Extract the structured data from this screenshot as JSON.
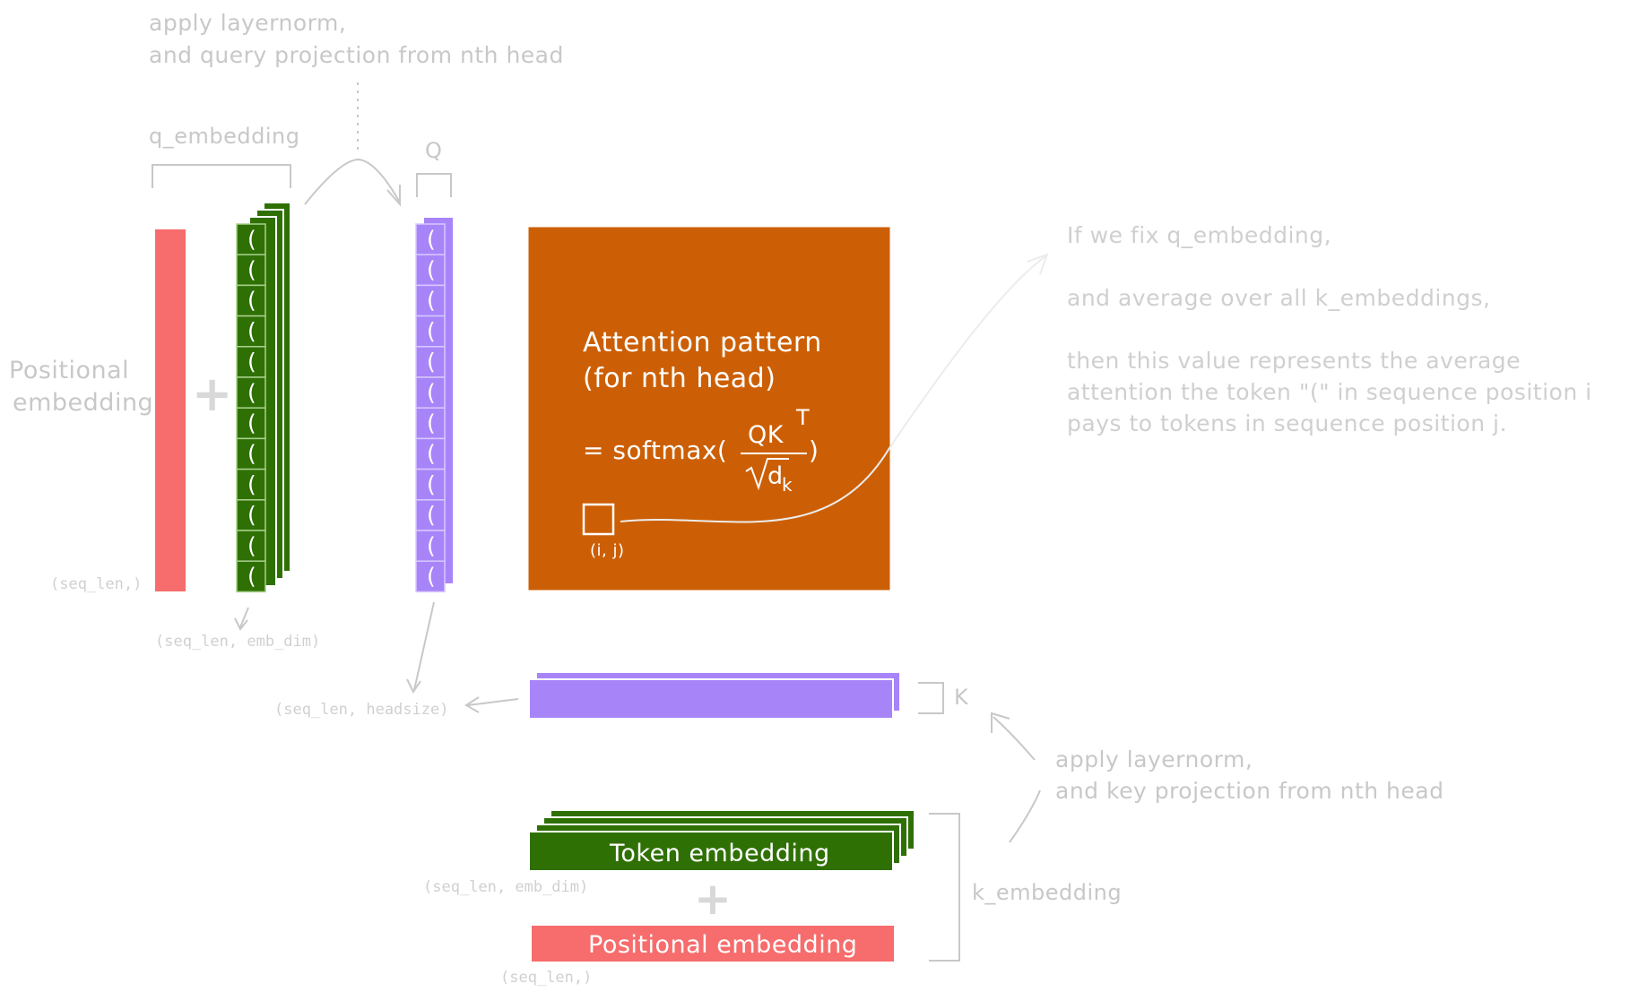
{
  "colors": {
    "orange": "#cc5f05",
    "green": "#2f7005",
    "green_border": "#a8d08d",
    "purple": "#a884f9",
    "purple_border": "#d8c8ff",
    "red": "#f76c6c",
    "annotation": "#c8c8c8",
    "white": "#ffffff"
  },
  "top_annotation": {
    "line1": "apply layernorm,",
    "line2": "and query projection from nth head"
  },
  "q_embedding_label": "q_embedding",
  "q_label": "Q",
  "k_label": "K",
  "positional_embedding_label": {
    "line1": "Positional",
    "line2": "embedding"
  },
  "plus_sign": "+",
  "token_glyph": "(",
  "shapes": {
    "seq_len": "(seq_len,)",
    "seq_len_emb_dim": "(seq_len, emb_dim)",
    "seq_len_headsize": "(seq_len, headsize)"
  },
  "attention": {
    "title_line1": "Attention pattern",
    "title_line2": "(for nth head)",
    "eq_prefix": "= softmax(",
    "eq_numerator": "QK",
    "eq_superscript": "T",
    "eq_denominator": "d",
    "eq_denominator_sub": "k",
    "eq_suffix": ")",
    "cell_label": "(i, j)"
  },
  "right_annotation": {
    "line1": "If we fix q_embedding,",
    "line2": "and average over all k_embeddings,",
    "line3": "then this value represents the average",
    "line4": "attention the token \"(\" in sequence position i",
    "line5": "pays to tokens in sequence position j."
  },
  "k_annotation": {
    "line1": "apply layernorm,",
    "line2": "and key projection from nth head"
  },
  "token_embedding_label": "Token embedding",
  "positional_embedding_bar_label": "Positional embedding",
  "k_embedding_label": "k_embedding"
}
